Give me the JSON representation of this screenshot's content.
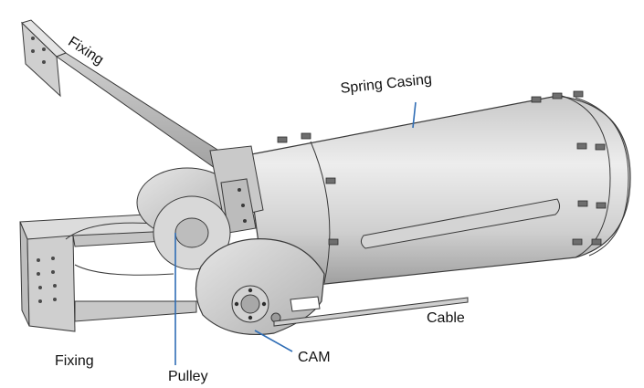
{
  "labels": {
    "fixing_top": "Fixing",
    "spring_casing": "Spring Casing",
    "cable": "Cable",
    "fixing_bottom": "Fixing",
    "pulley": "Pulley",
    "cam": "CAM"
  },
  "colors": {
    "metal_light": "#d9d9d9",
    "metal_mid": "#b8b8b8",
    "metal_dark": "#8c8c8c",
    "outline": "#3a3a3a",
    "leader": "#2f6db5"
  }
}
